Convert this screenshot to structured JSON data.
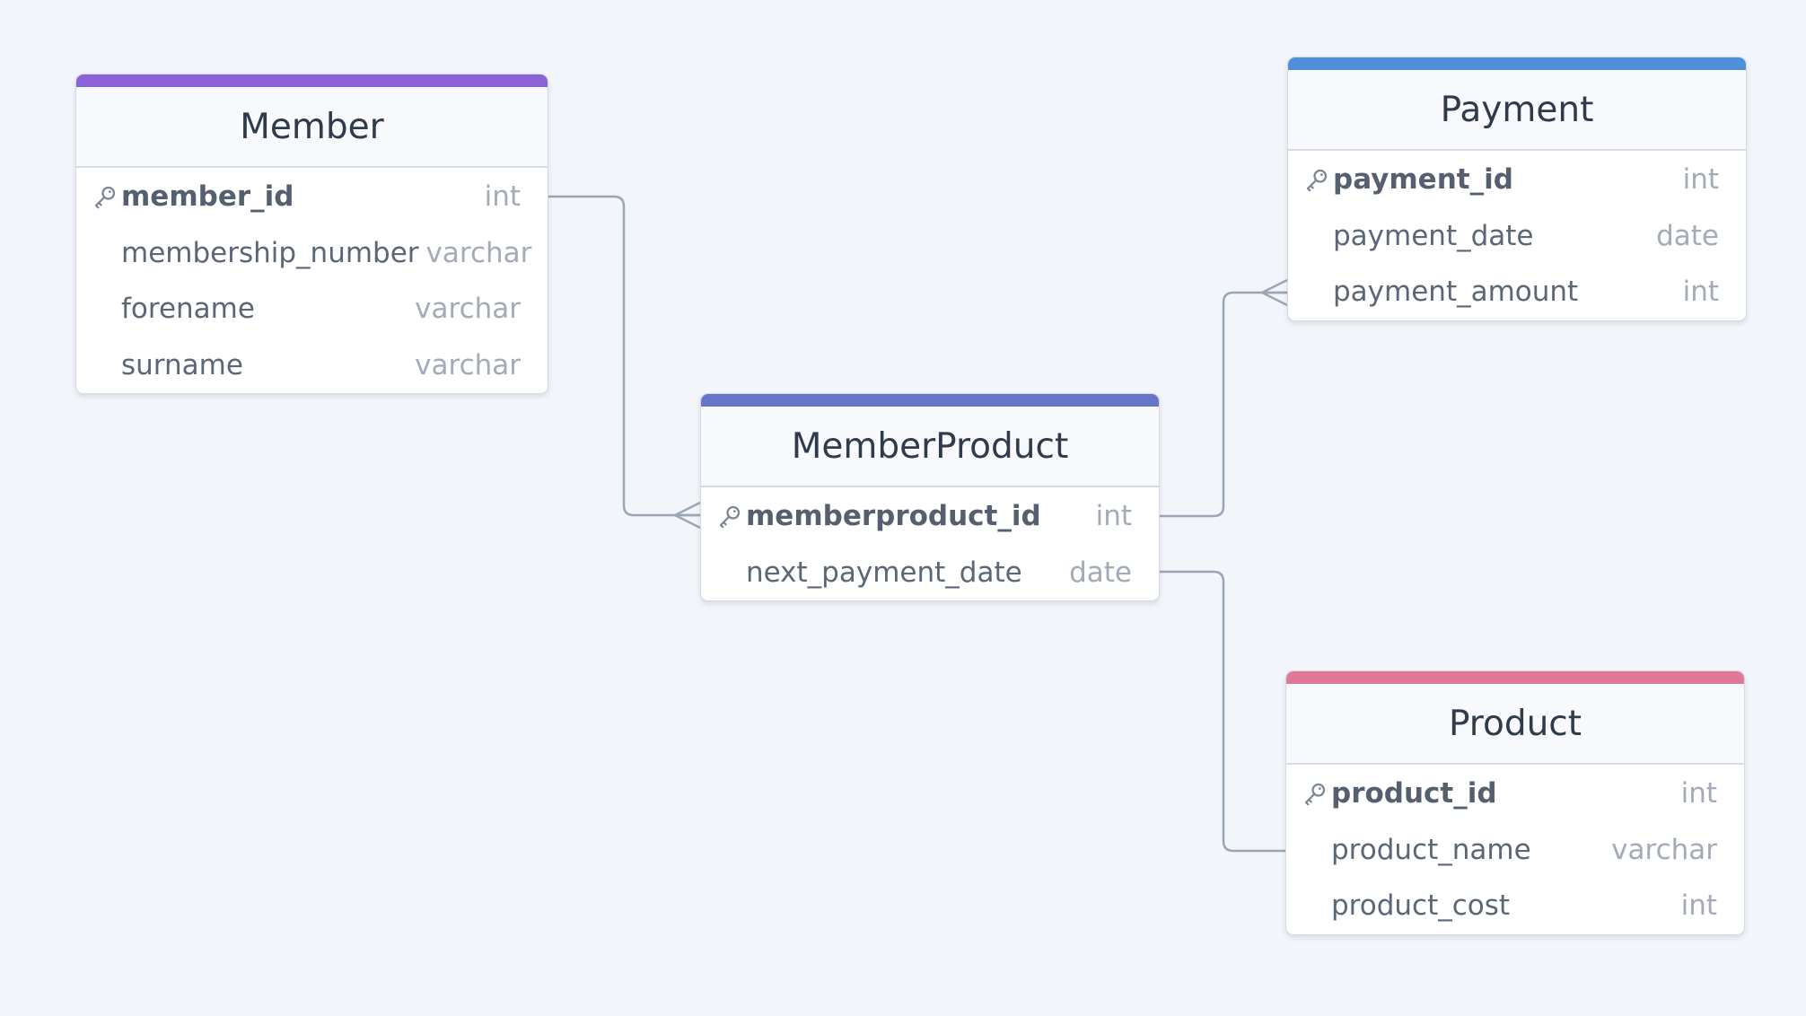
{
  "colors": {
    "background": "#f2f5f9",
    "connector": "#9aa5b5",
    "member_accent": "#8c63d6",
    "memberproduct_accent": "#6674c9",
    "payment_accent": "#4f8fd8",
    "product_accent": "#e1789a"
  },
  "entities": {
    "member": {
      "title": "Member",
      "columns": [
        {
          "name": "member_id",
          "type": "int",
          "primary_key": true
        },
        {
          "name": "membership_number",
          "type": "varchar"
        },
        {
          "name": "forename",
          "type": "varchar"
        },
        {
          "name": "surname",
          "type": "varchar"
        }
      ]
    },
    "memberproduct": {
      "title": "MemberProduct",
      "columns": [
        {
          "name": "memberproduct_id",
          "type": "int",
          "primary_key": true
        },
        {
          "name": "next_payment_date",
          "type": "date"
        }
      ]
    },
    "payment": {
      "title": "Payment",
      "columns": [
        {
          "name": "payment_id",
          "type": "int",
          "primary_key": true
        },
        {
          "name": "payment_date",
          "type": "date"
        },
        {
          "name": "payment_amount",
          "type": "int"
        }
      ]
    },
    "product": {
      "title": "Product",
      "columns": [
        {
          "name": "product_id",
          "type": "int",
          "primary_key": true
        },
        {
          "name": "product_name",
          "type": "varchar"
        },
        {
          "name": "product_cost",
          "type": "int"
        }
      ]
    }
  },
  "relationships": [
    {
      "from": "Member.member_id",
      "to": "MemberProduct.memberproduct_id",
      "to_end": "many"
    },
    {
      "from": "MemberProduct.memberproduct_id",
      "to": "Payment.payment_amount",
      "to_end": "many"
    },
    {
      "from": "MemberProduct.next_payment_date",
      "to": "Product.product_name",
      "to_end": "one"
    }
  ],
  "icons": {
    "primary_key": "key-icon"
  }
}
